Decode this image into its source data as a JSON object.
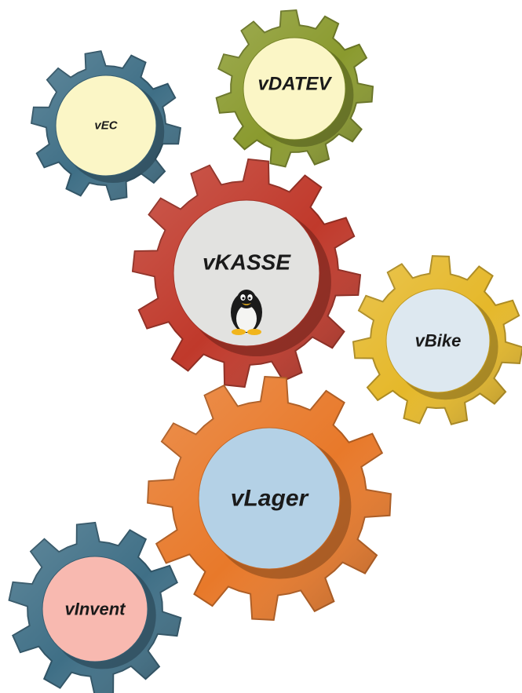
{
  "gears": [
    {
      "id": "vec",
      "label": "vEC",
      "gear_color": "#3f6f86",
      "hub_color": "#fbf6c6"
    },
    {
      "id": "vdatev",
      "label": "vDATEV",
      "gear_color": "#8a9a2e",
      "hub_color": "#fbf6c6"
    },
    {
      "id": "vkasse",
      "label": "vKASSE",
      "gear_color": "#c0392b",
      "hub_color": "#e2e2e0",
      "icon": "linux-penguin-icon"
    },
    {
      "id": "vbike",
      "label": "vBike",
      "gear_color": "#e5b82a",
      "hub_color": "#dde8f0"
    },
    {
      "id": "vlager",
      "label": "vLager",
      "gear_color": "#e8792a",
      "hub_color": "#b4d1e6"
    },
    {
      "id": "vinvent",
      "label": "vInvent",
      "gear_color": "#3f6f86",
      "hub_color": "#f8b9b0"
    }
  ]
}
